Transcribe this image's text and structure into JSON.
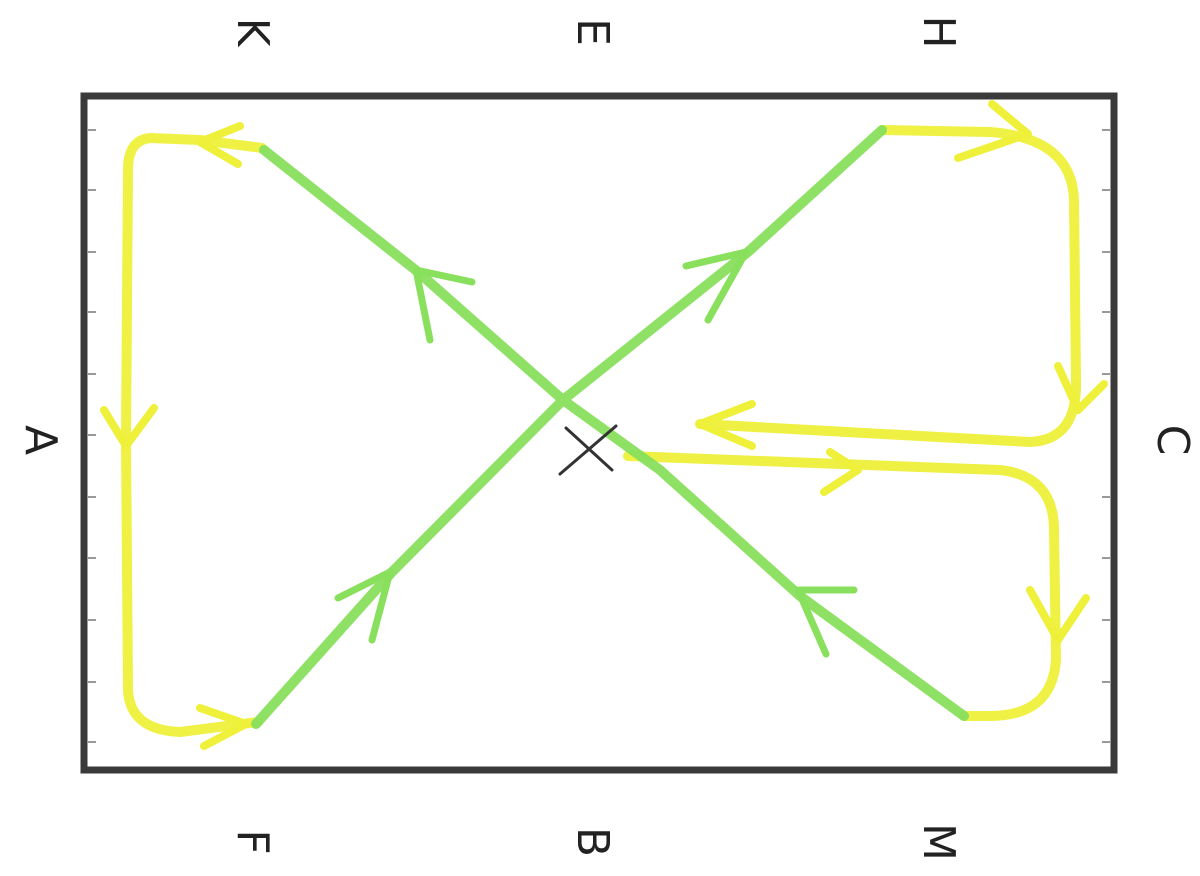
{
  "diagram": {
    "markers": {
      "A": "A",
      "K": "K",
      "E": "E",
      "H": "H",
      "C": "C",
      "M": "M",
      "B": "B",
      "F": "F"
    },
    "center_mark": "X",
    "colors": {
      "arena_border": "#3a3a3a",
      "diagonal_path": "#88e05c",
      "loop_path": "#eef03a",
      "tick": "#999999",
      "text": "#222222"
    }
  }
}
